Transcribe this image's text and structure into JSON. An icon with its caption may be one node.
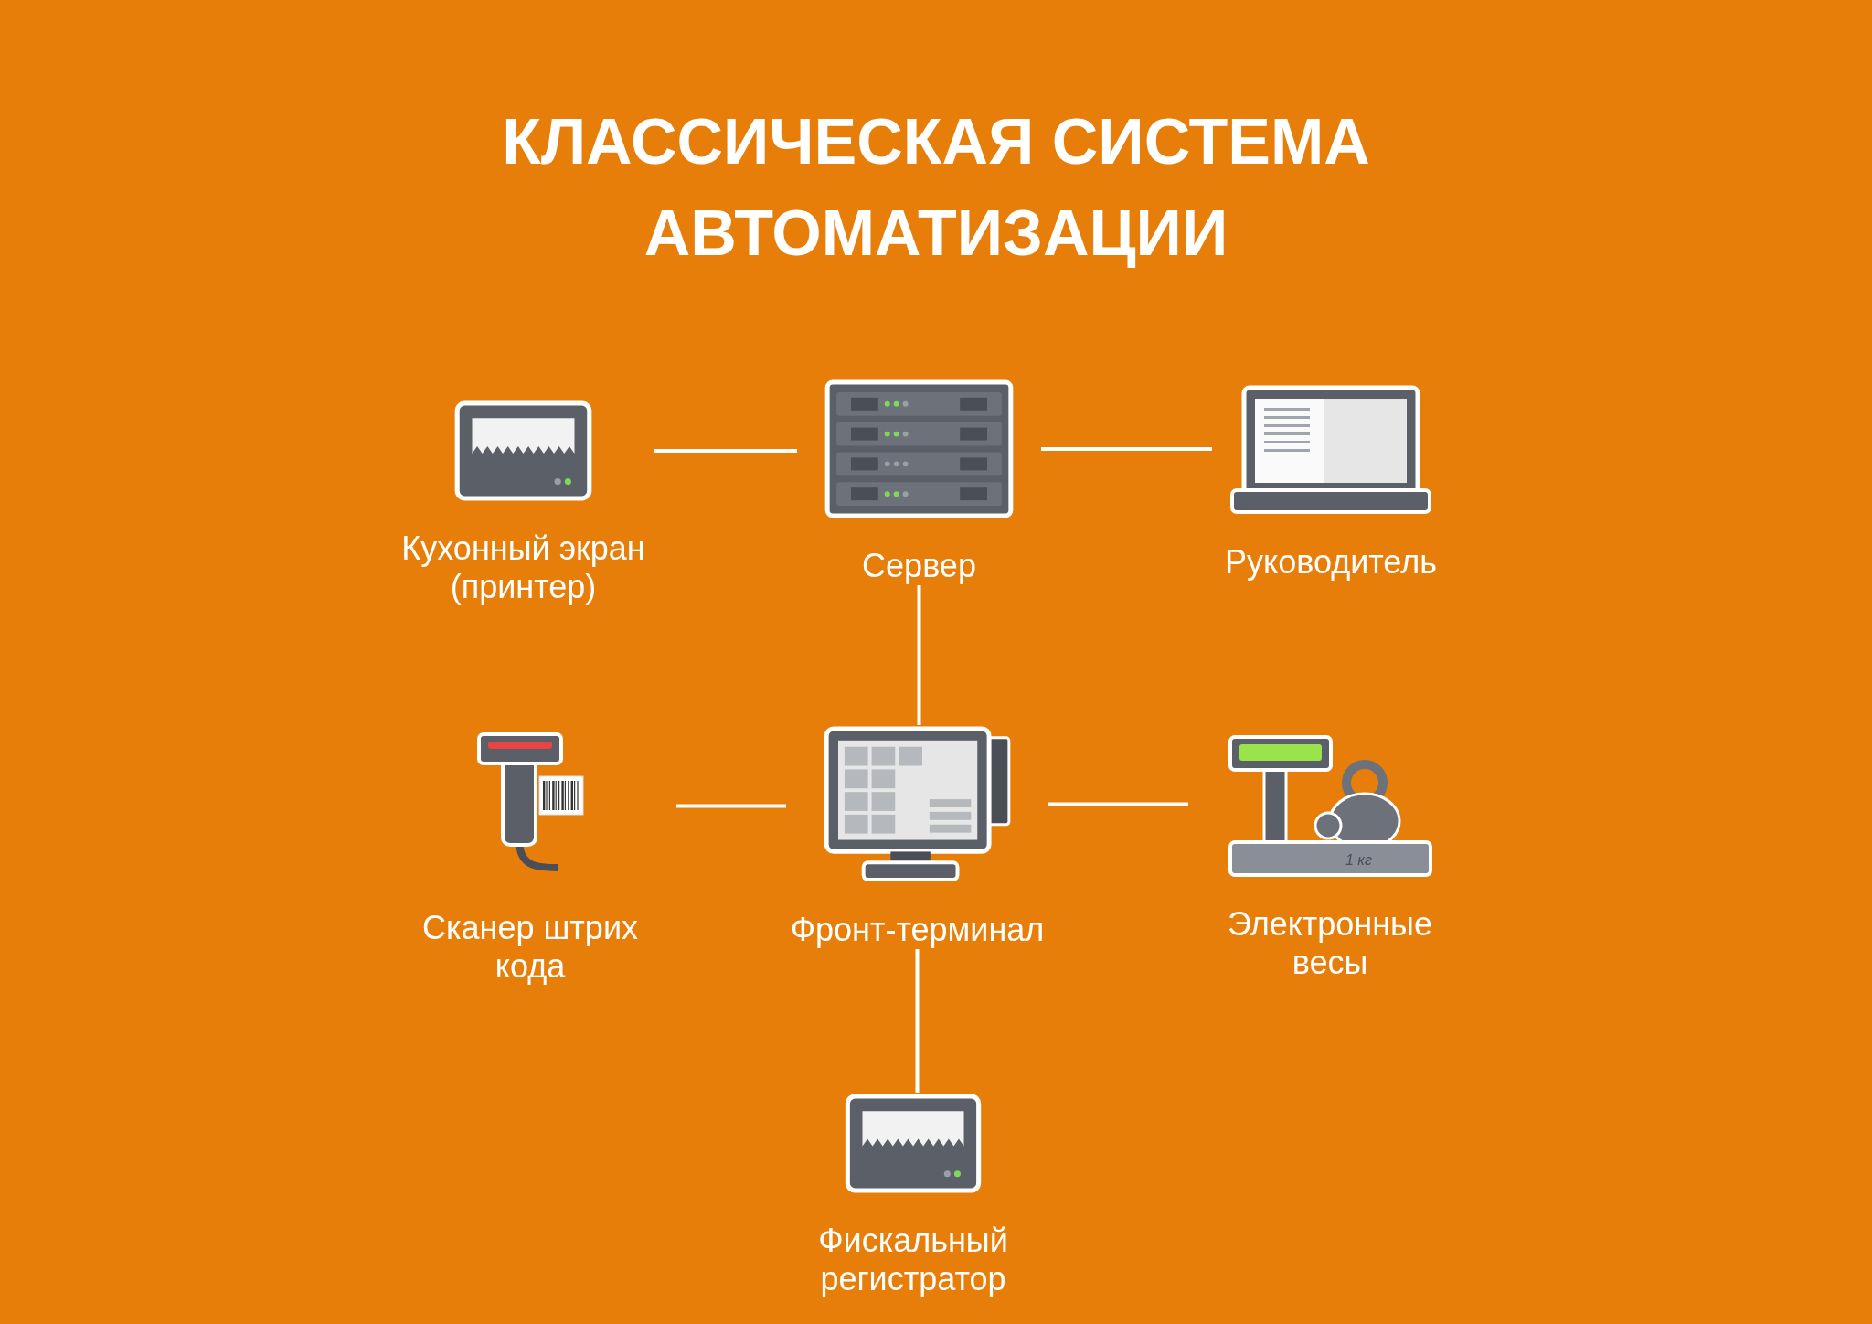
{
  "diagram": {
    "title": "КЛАССИЧЕСКАЯ СИСТЕМА АВТОМАТИЗАЦИИ",
    "nodes": [
      {
        "text": [
          "Кухонный экран (принтер)"
        ]
      },
      {
        "text": [
          "Сервер"
        ]
      },
      {
        "text": [
          "Руководитель"
        ]
      },
      {
        "text": [
          "Сканер штрих кода"
        ]
      },
      {
        "text": [
          "Фронт-терминал"
        ]
      },
      {
        "text": [
          "Электронные весы"
        ]
      },
      {
        "text": [
          "Фискальный регистратор"
        ]
      }
    ],
    "edges": [
      {
        "from": 0,
        "to": 1,
        "arrow": "none"
      },
      {
        "from": 1,
        "to": 2,
        "arrow": "none"
      },
      {
        "from": 1,
        "to": 4,
        "arrow": "none"
      },
      {
        "from": 3,
        "to": 4,
        "arrow": "none"
      },
      {
        "from": 4,
        "to": 5,
        "arrow": "none"
      },
      {
        "from": 4,
        "to": 6,
        "arrow": "none"
      }
    ],
    "labels": [
      "1 кг"
    ]
  }
}
